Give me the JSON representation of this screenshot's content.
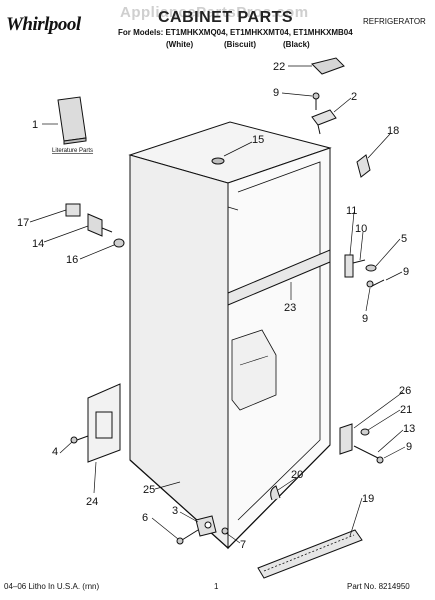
{
  "header": {
    "watermark": "AppliancePartsPros.com",
    "logo": "Whirlpool",
    "title": "CABINET PARTS",
    "category": "REFRIGERATOR",
    "models_line": "For Models: ET1MHKXMQ04, ET1MHKXMT04, ET1MHKXMB04",
    "variants": [
      "(White)",
      "(Biscuit)",
      "(Black)"
    ]
  },
  "diagram": {
    "literature_label": "Literature Parts",
    "callouts": [
      "22",
      "9",
      "2",
      "1",
      "18",
      "15",
      "11",
      "10",
      "5",
      "17",
      "14",
      "16",
      "9",
      "23",
      "9",
      "26",
      "21",
      "4",
      "13",
      "9",
      "24",
      "20",
      "25",
      "19",
      "3",
      "6",
      "7"
    ]
  },
  "footer": {
    "left": "04–06 Litho In U.S.A. (rnn)",
    "page": "1",
    "part_no": "Part No. 8214950"
  }
}
